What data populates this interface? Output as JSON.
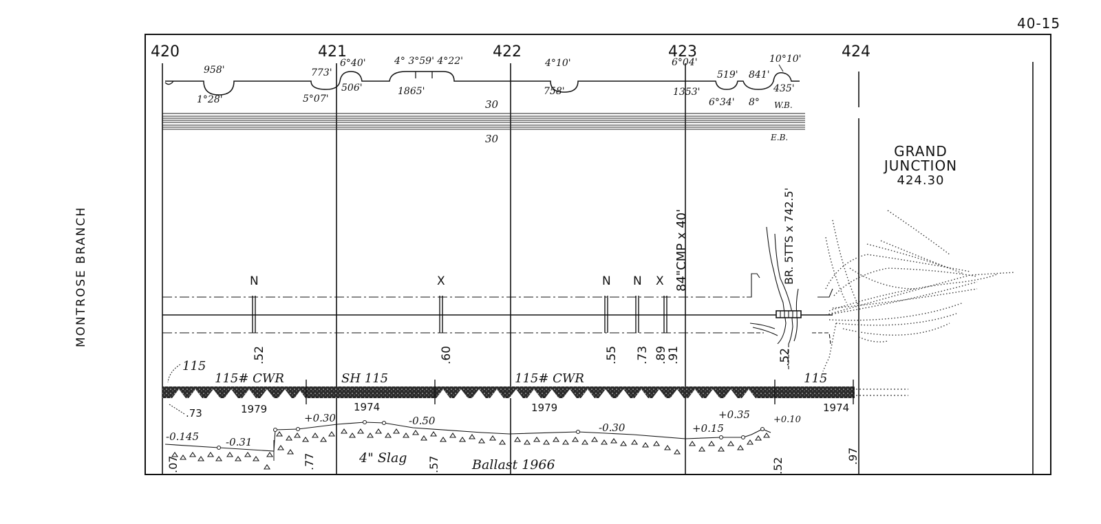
{
  "sheet_number": "40-15",
  "side_label": "MONTROSE BRANCH",
  "station": {
    "name_line1": "GRAND",
    "name_line2": "JUNCTION",
    "milepost": "424.30"
  },
  "mileposts": [
    "420",
    "421",
    "422",
    "423",
    "424"
  ],
  "curves": [
    {
      "top": "958'",
      "bottom": "1°28'"
    },
    {
      "top": "773'",
      "bottom": "5°07'"
    },
    {
      "top": "6°40'",
      "bottom": "506'"
    },
    {
      "top": "4° 3°59' 4°22'",
      "bottom": "1865'"
    },
    {
      "top": "4°10'",
      "bottom": "758'"
    },
    {
      "top": "6°04'",
      "bottom": "1353'"
    },
    {
      "top": "519'",
      "bottom": "6°34'"
    },
    {
      "top": "841'",
      "bottom": "8°"
    },
    {
      "top": "10°10'",
      "bottom": "435'"
    }
  ],
  "speed": {
    "wb_value": "30",
    "wb_label": "W.B.",
    "eb_value": "30",
    "eb_label": "E.B."
  },
  "structures": [
    {
      "mark": "N",
      "mp": ".52"
    },
    {
      "mark": "X",
      "mp": ".60"
    },
    {
      "mark": "N",
      "mp": ".55"
    },
    {
      "mark": "N",
      "mp": ".73"
    },
    {
      "mark": "X",
      "mp": ".89"
    },
    {
      "mark": "",
      "mp": ".91"
    }
  ],
  "culvert_label": "84\"CMP x 40'",
  "bridge_label": "BR. 5TTS x 742.5'",
  "bridge_mp": ".52",
  "rail": [
    {
      "label": "115# CWR",
      "year": "1979"
    },
    {
      "label": "SH 115",
      "year": "1974"
    },
    {
      "label": "115# CWR",
      "year": "1979"
    },
    {
      "label": "115",
      "year": "1974"
    }
  ],
  "rail_start_label": "115",
  "rail_start_mp": ".73",
  "grades": [
    "-0.145",
    "-0.31",
    "+0.30",
    "-0.50",
    "-0.30",
    "+0.15",
    "+0.35",
    "+0.10"
  ],
  "ballast": {
    "part1": "4\" Slag",
    "part2": "Ballast 1966"
  },
  "profile_mps": [
    ".07",
    ".77",
    ".57",
    ".52",
    ".97"
  ]
}
